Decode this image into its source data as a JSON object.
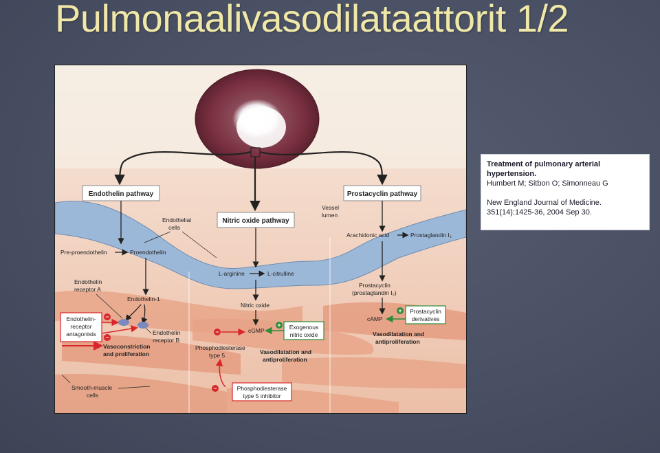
{
  "slide": {
    "title": "Pulmonaalivasodilataattorit 1/2"
  },
  "reference": {
    "title_line1": "Treatment of pulmonary arterial",
    "title_line2": "hypertension.",
    "authors": "Humbert M; Sitbon O; Simonneau G",
    "journal": "New England Journal of Medicine.",
    "citation": "351(14):1425-36, 2004 Sep 30."
  },
  "figure": {
    "endothelin_pathway": "Endothelin pathway",
    "nitric_oxide_pathway": "Nitric oxide pathway",
    "prostacyclin_pathway": "Prostacyclin pathway",
    "vessel_lumen_1": "Vessel",
    "vessel_lumen_2": "lumen",
    "endothelial_cells_1": "Endothelial",
    "endothelial_cells_2": "cells",
    "pre_proendothelin": "Pre-proendothelin",
    "proendothelin": "Proendothelin",
    "l_arginine": "L-arginine",
    "l_citrulline": "L-citrulline",
    "arachidonic_acid": "Arachidonic acid",
    "prostaglandin_i2": "Prostaglandin I₂",
    "endothelin_receptor_a_1": "Endothelin",
    "endothelin_receptor_a_2": "receptor A",
    "endothelin_1": "Endothelin-1",
    "era_1": "Endothelin-",
    "era_2": "receptor",
    "era_3": "antagonists",
    "endothelin_receptor_b_1": "Endothelin",
    "endothelin_receptor_b_2": "receptor B",
    "vasoconstriction_1": "Vasoconstriction",
    "vasoconstriction_2": "and proliferation",
    "nitric_oxide": "Nitric oxide",
    "cgmp": "cGMP",
    "exogenous_no_1": "Exogenous",
    "exogenous_no_2": "nitric oxide",
    "pde5_1": "Phosphodiesterase",
    "pde5_2": "type 5",
    "vasodilatation_no_1": "Vasodilatation and",
    "vasodilatation_no_2": "antiproliferation",
    "pde5_inhibitor_1": "Phosphodiesterase",
    "pde5_inhibitor_2": "type 5 inhibitor",
    "prostacyclin_1": "Prostacyclin",
    "prostacyclin_2": "(prostaglandin I₂)",
    "camp": "cAMP",
    "prostacyclin_derivatives_1": "Prostacyclin",
    "prostacyclin_derivatives_2": "derivatives",
    "vasodilatation_pc_1": "Vasodilatation and",
    "vasodilatation_pc_2": "antiproliferation",
    "smooth_muscle_1": "Smooth-muscle",
    "smooth_muscle_2": "cells",
    "plus": "+",
    "minus": "−"
  },
  "colors": {
    "title": "#f0e8a8",
    "background": "#4a5063",
    "inhibitor_red": "#d8262b",
    "stimulator_green": "#2e8b3a",
    "endothelium_blue": "#9cb8d8",
    "smooth_muscle": "#e49c80"
  }
}
